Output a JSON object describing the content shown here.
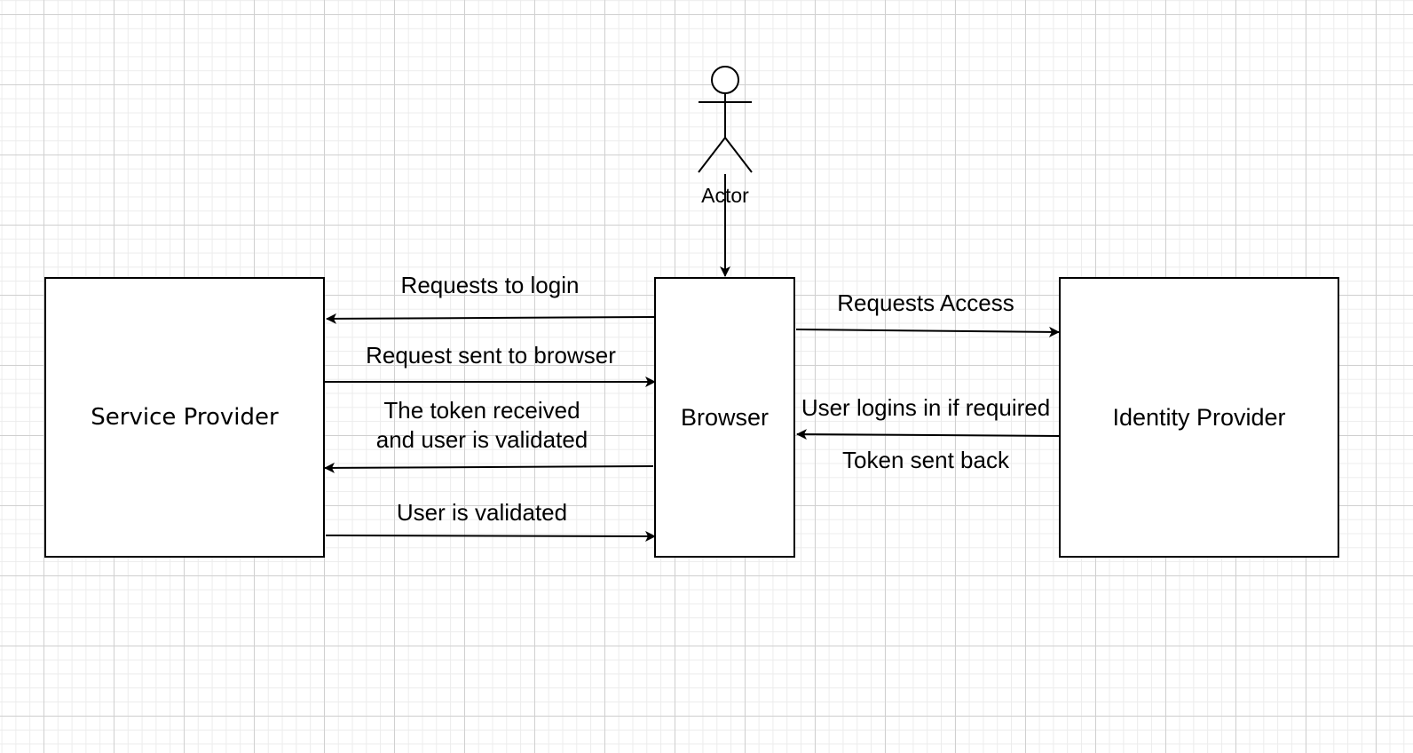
{
  "diagram": {
    "nodes": {
      "service_provider": "Service Provider",
      "browser": "Browser",
      "identity_provider": "Identity Provider",
      "actor": "Actor"
    },
    "edges": {
      "requests_to_login": "Requests to login",
      "request_sent_to_browser": "Request sent to browser",
      "token_received_line1": "The token received",
      "token_received_line2": "and user is validated",
      "user_is_validated": "User is validated",
      "requests_access": "Requests Access",
      "user_logins": "User logins in if required",
      "token_sent_back": "Token sent back"
    },
    "colors": {
      "stroke": "#000000",
      "grid_major": "#d0d0d0",
      "grid_minor": "#ececec",
      "background": "#ffffff"
    }
  }
}
